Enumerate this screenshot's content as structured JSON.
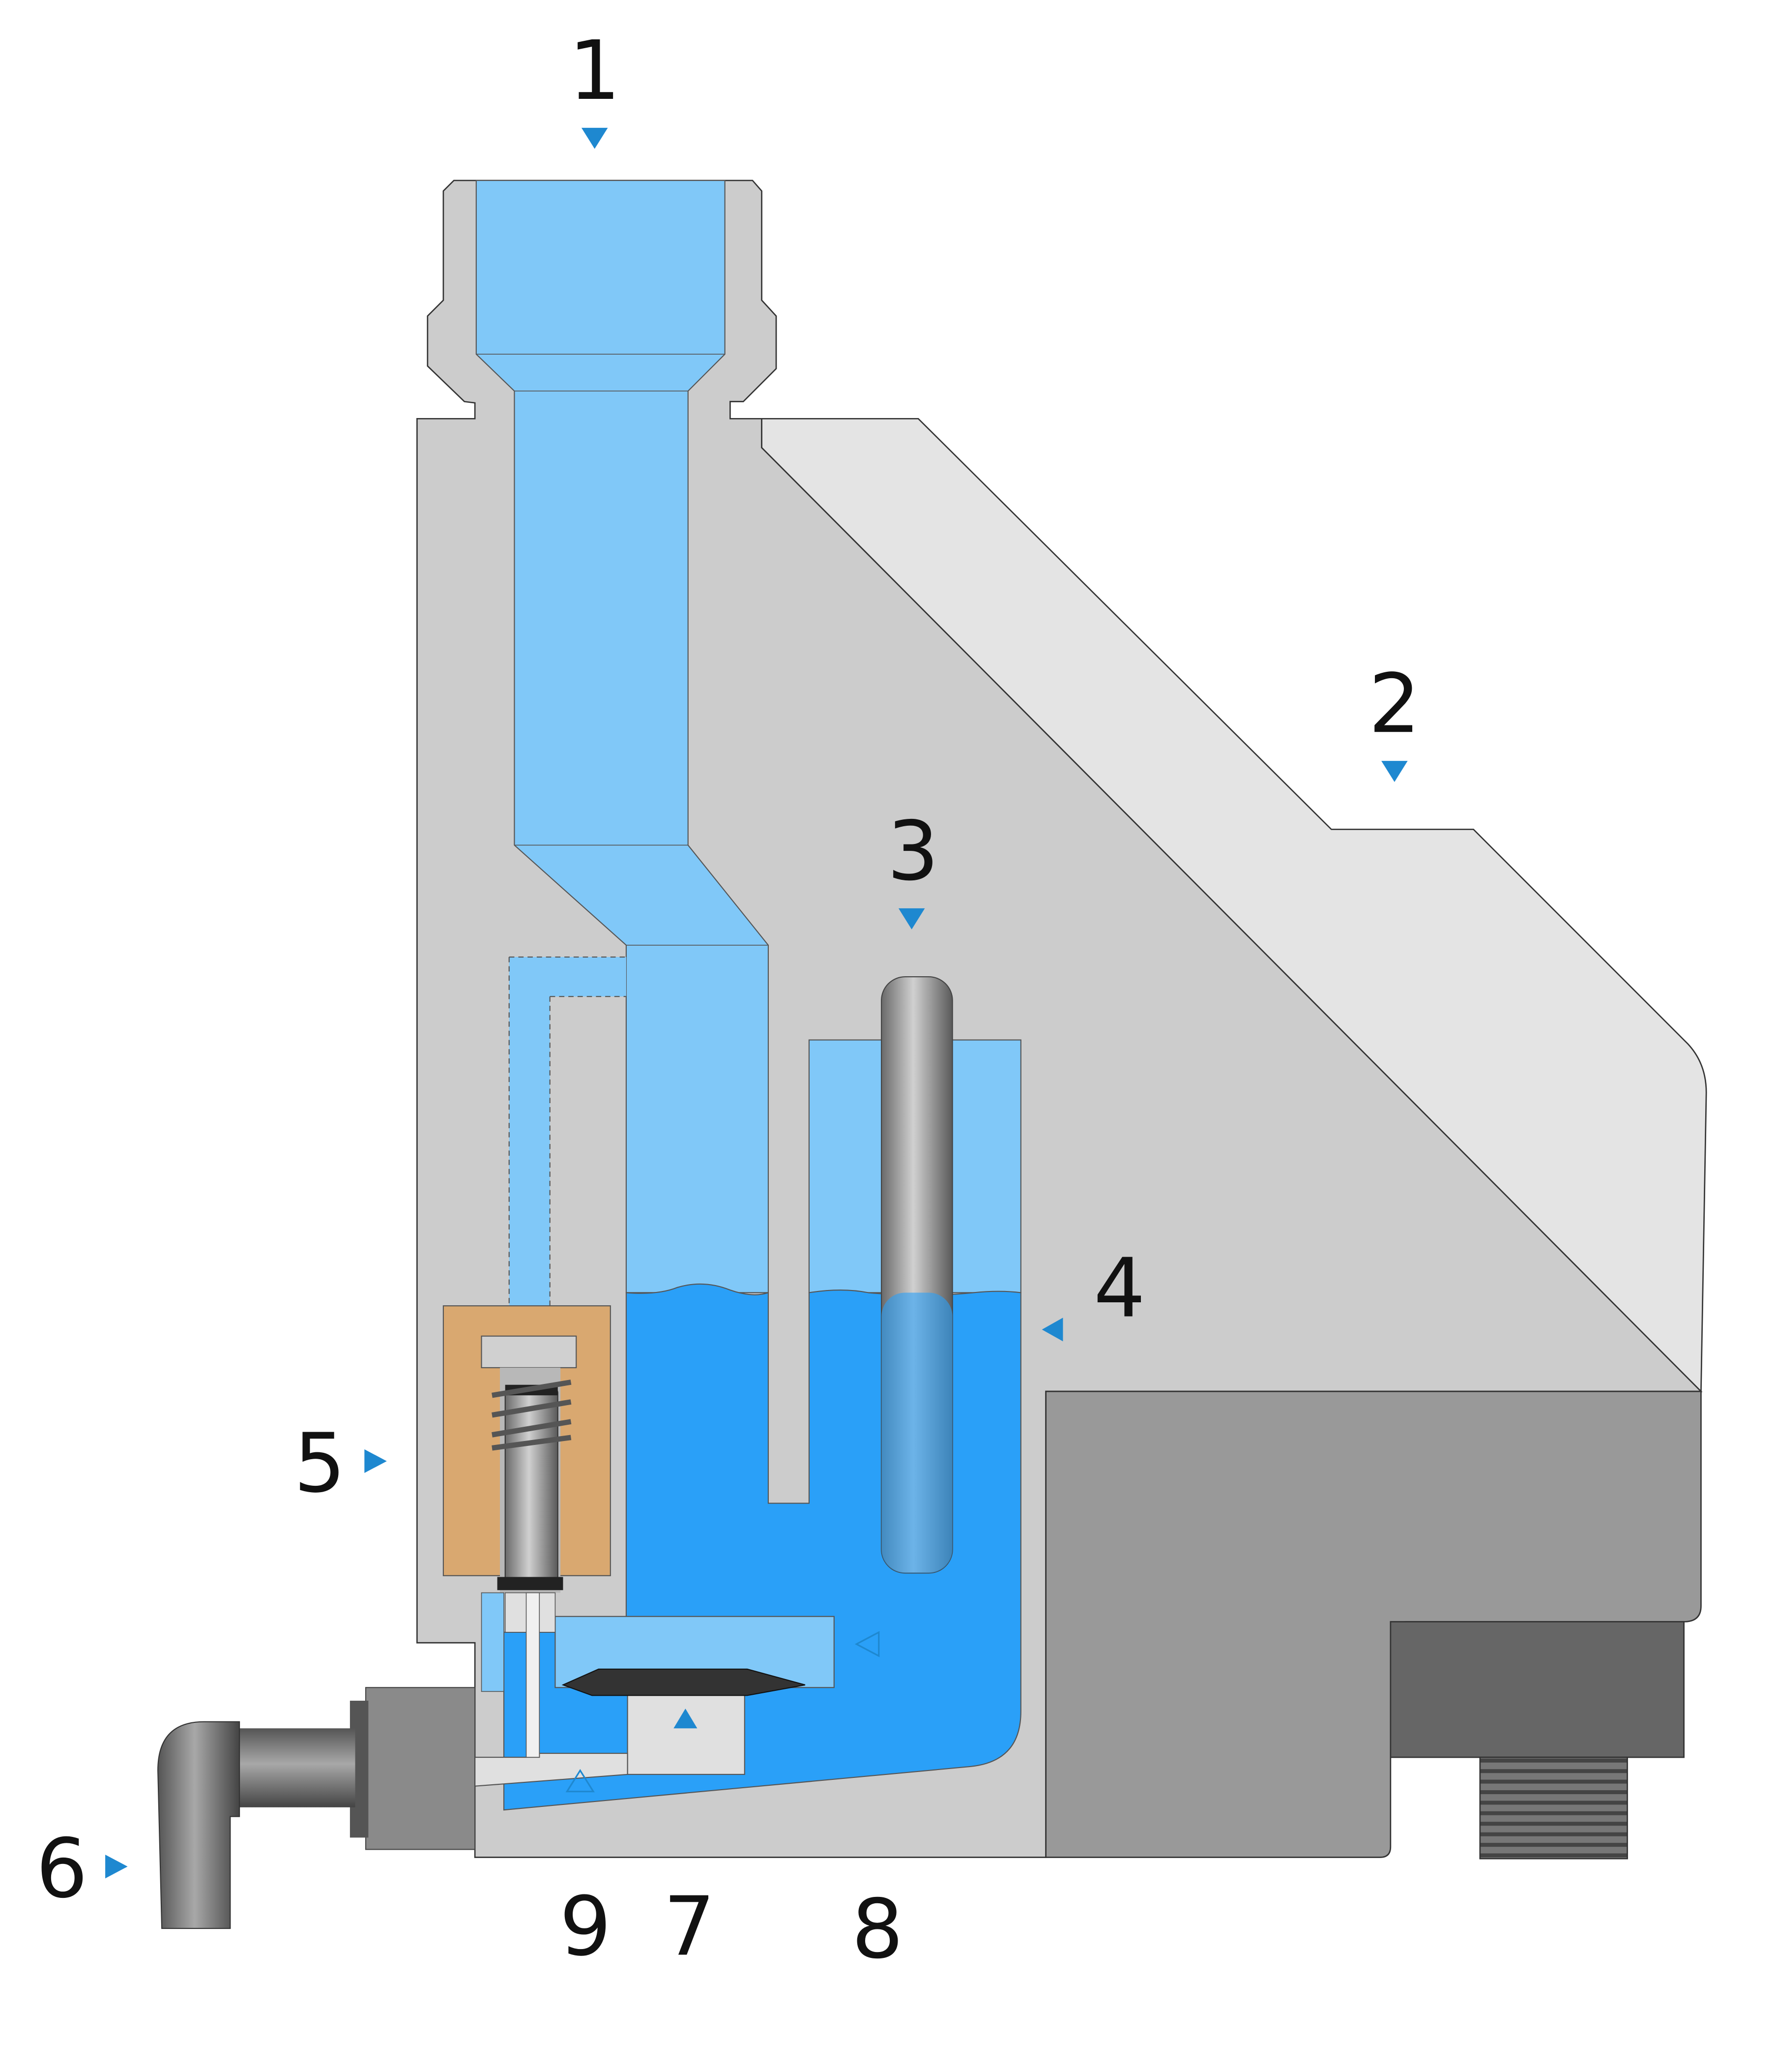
{
  "diagram": {
    "labels": {
      "l1": "1",
      "l2": "2",
      "l3": "3",
      "l4": "4",
      "l5": "5",
      "l6": "6",
      "l7": "7",
      "l8": "8",
      "l9": "9"
    }
  },
  "colors": {
    "body": "#cccccc",
    "cover": "#e4e4e4",
    "base": "#999999",
    "base_dark": "#666666",
    "water_light": "#80c8f8",
    "water_dark": "#2aa0f8",
    "coil": "#d9a870",
    "marker": "#1e88d0"
  }
}
